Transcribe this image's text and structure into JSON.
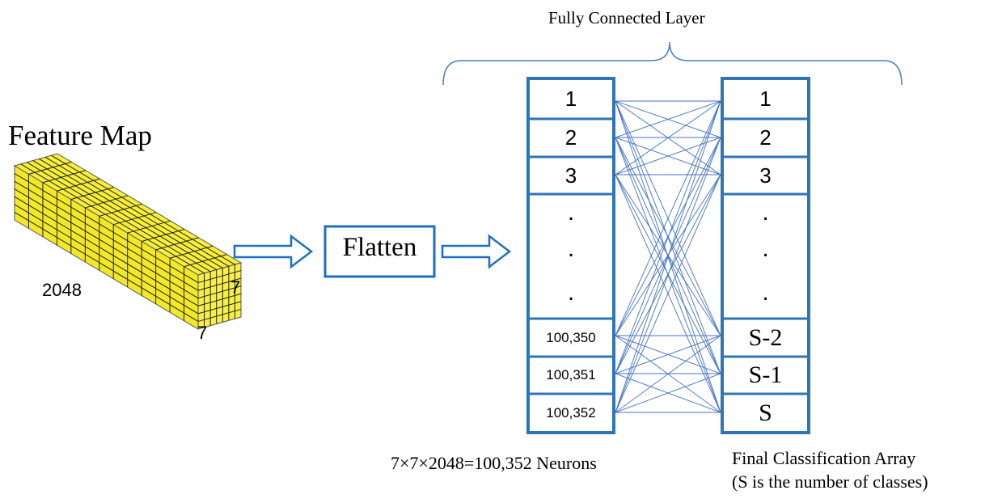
{
  "title": "Fully Connected Layer",
  "feature_map": {
    "label": "Feature Map",
    "depth_label": "2048",
    "height_label": "7",
    "width_label": "7",
    "color": "#f2e82a"
  },
  "flatten_label": "Flatten",
  "arrow_color": "#1f6fbf",
  "input_layer": {
    "cells": [
      "1",
      "2",
      "3",
      ".",
      ".",
      ".",
      "100,350",
      "100,351",
      "100,352"
    ],
    "caption": "7×7×2048=100,352 Neurons"
  },
  "output_layer": {
    "cells": [
      "1",
      "2",
      "3",
      ".",
      ".",
      ".",
      "S-2",
      "S-1",
      "S"
    ],
    "caption_line1": "Final Classification Array",
    "caption_line2": "(S is the number of classes)"
  },
  "colors": {
    "box": "#2e75b6",
    "line": "#4472c4"
  }
}
